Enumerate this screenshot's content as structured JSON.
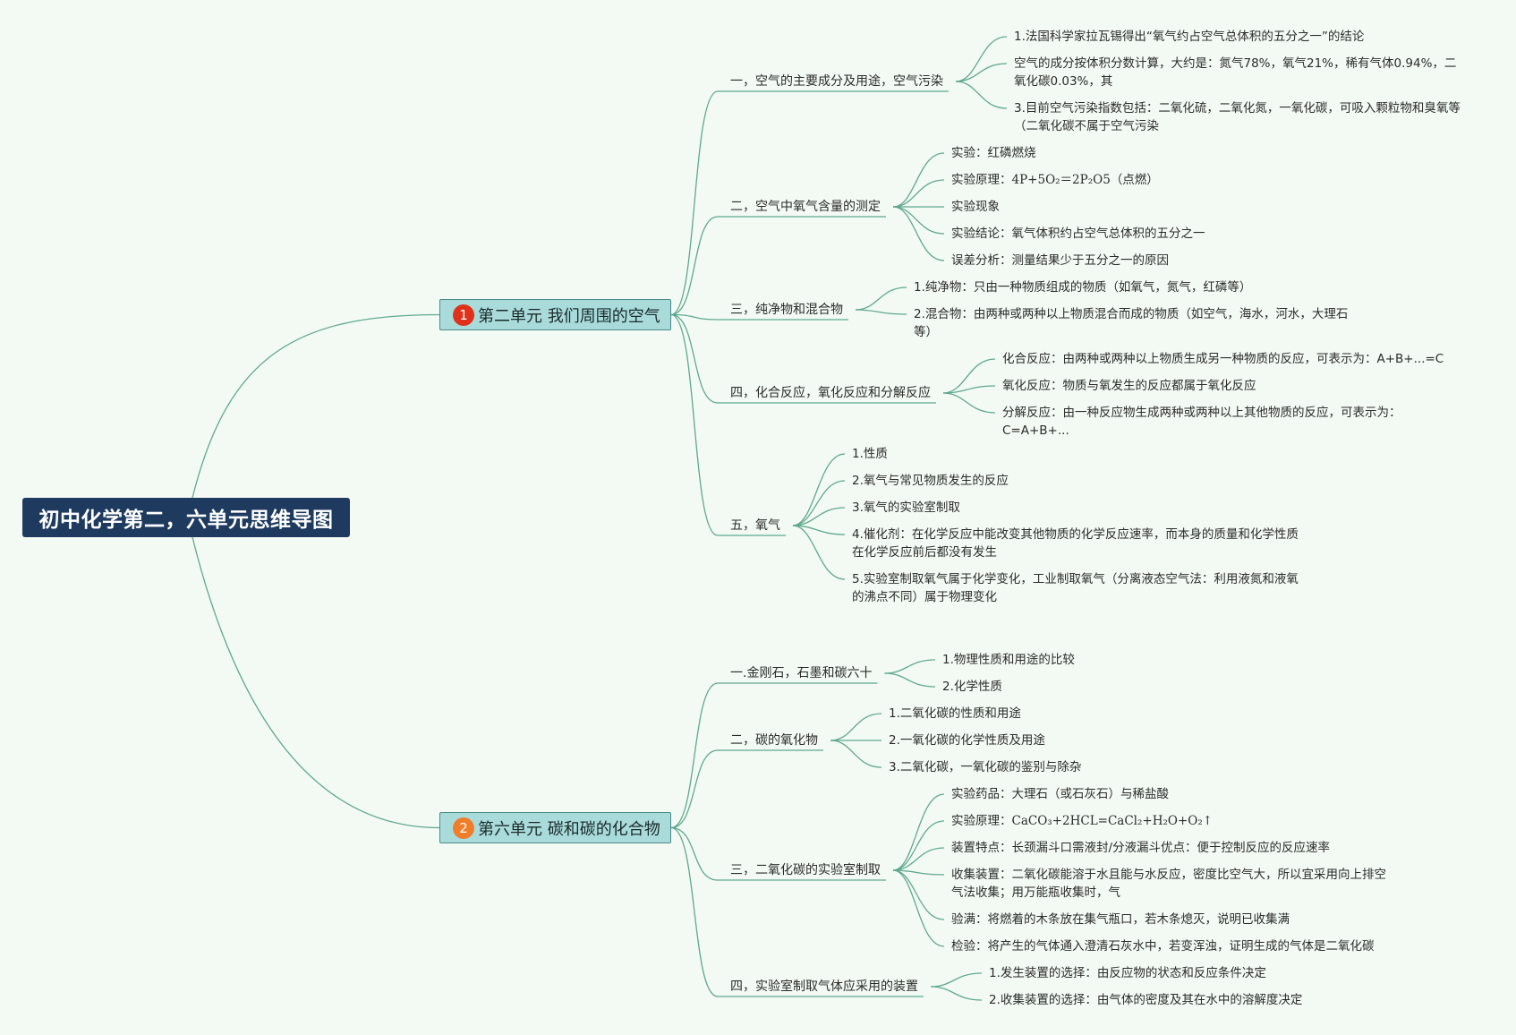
{
  "root": {
    "title": "初中化学第二，六单元思维导图"
  },
  "colors": {
    "line": "#5fa88f",
    "root_bg": "#1e3a5f",
    "unit_bg": "#a9dbdb",
    "badge1": "#e0311b",
    "badge2": "#f07d2a"
  },
  "units": [
    {
      "badge": "1",
      "title": "第二单元 我们周围的空气",
      "topics": [
        {
          "label": "一，空气的主要成分及用途，空气污染",
          "items": [
            "1.法国科学家拉瓦锡得出“氧气约占空气总体积的五分之一”的结论",
            "空气的成分按体积分数计算，大约是：氮气78%，氧气21%，稀有气体0.94%，二氧化碳0.03%，其",
            "3.目前空气污染指数包括：二氧化硫，二氧化氮，一氧化碳，可吸入颗粒物和臭氧等（二氧化碳不属于空气污染"
          ]
        },
        {
          "label": "二，空气中氧气含量的测定",
          "items": [
            "实验：红磷燃烧",
            "实验原理：4P+5O₂＝2P₂O5（点燃）",
            "实验现象",
            "实验结论：氧气体积约占空气总体积的五分之一",
            "误差分析：测量结果少于五分之一的原因"
          ]
        },
        {
          "label": "三，纯净物和混合物",
          "items": [
            "1.纯净物：只由一种物质组成的物质（如氧气，氮气，红磷等）",
            "2.混合物：由两种或两种以上物质混合而成的物质（如空气，海水，河水，大理石等）"
          ]
        },
        {
          "label": "四，化合反应，氧化反应和分解反应",
          "items": [
            "化合反应：由两种或两种以上物质生成另一种物质的反应，可表示为：A+B+...=C",
            "氧化反应：物质与氧发生的反应都属于氧化反应",
            "分解反应：由一种反应物生成两种或两种以上其他物质的反应，可表示为：C=A+B+..."
          ]
        },
        {
          "label": "五，氧气",
          "items": [
            "1.性质",
            "2.氧气与常见物质发生的反应",
            "3.氧气的实验室制取",
            "4.催化剂：在化学反应中能改变其他物质的化学反应速率，而本身的质量和化学性质在化学反应前后都没有发生",
            "5.实验室制取氧气属于化学变化，工业制取氧气（分离液态空气法：利用液氮和液氧的沸点不同）属于物理变化"
          ]
        }
      ]
    },
    {
      "badge": "2",
      "title": "第六单元 碳和碳的化合物",
      "topics": [
        {
          "label": "一.金刚石，石墨和碳六十",
          "items": [
            "1.物理性质和用途的比较",
            "2.化学性质"
          ]
        },
        {
          "label": "二，碳的氧化物",
          "items": [
            "1.二氧化碳的性质和用途",
            "2.一氧化碳的化学性质及用途",
            "3.二氧化碳，一氧化碳的鉴别与除杂"
          ]
        },
        {
          "label": "三，二氧化碳的实验室制取",
          "items": [
            "实验药品：大理石（或石灰石）与稀盐酸",
            "实验原理：CaCO₃+2HCL=CaCl₂+H₂O+O₂↑",
            "装置特点：长颈漏斗口需液封/分液漏斗优点：便于控制反应的反应速率",
            "收集装置：二氧化碳能溶于水且能与水反应，密度比空气大，所以宜采用向上排空气法收集；用万能瓶收集时，气",
            "验满：将燃着的木条放在集气瓶口，若木条熄灭，说明已收集满",
            "检验：将产生的气体通入澄清石灰水中，若变浑浊，证明生成的气体是二氧化碳"
          ]
        },
        {
          "label": "四，实验室制取气体应采用的装置",
          "items": [
            "1.发生装置的选择：由反应物的状态和反应条件决定",
            "2.收集装置的选择：由气体的密度及其在水中的溶解度决定"
          ]
        }
      ]
    }
  ]
}
